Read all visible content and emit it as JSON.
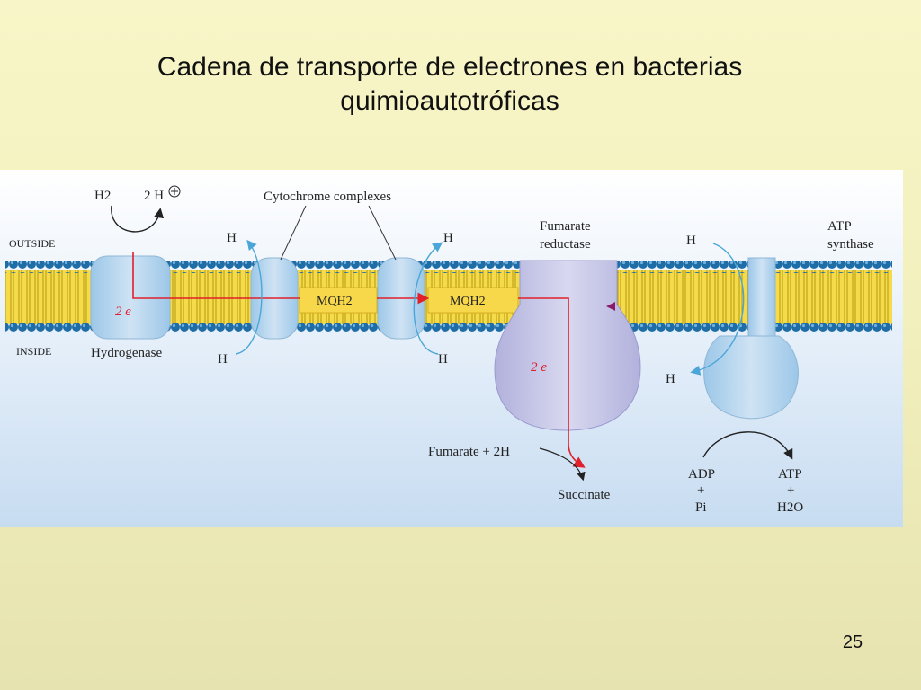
{
  "slide": {
    "title_line1": "Cadena de transporte de electrones en bacterias",
    "title_line2": "quimioautotróficas",
    "page_number": "25"
  },
  "diagram": {
    "sides": {
      "outside": "OUTSIDE",
      "inside": "INSIDE"
    },
    "labels": {
      "h2": "H2",
      "two_h_plus": "2 H",
      "cytochrome_complexes": "Cytochrome complexes",
      "fumarate_reductase_1": "Fumarate",
      "fumarate_reductase_2": "reductase",
      "atp_synthase_1": "ATP",
      "atp_synthase_2": "synthase",
      "hydrogenase": "Hydrogenase",
      "mqh2_a": "MQH2",
      "mqh2_b": "MQH2",
      "two_e_1": "2 e",
      "two_e_2": "2 e",
      "h_plus": "H",
      "fumarate_eq": "Fumarate + 2H",
      "succinate": "Succinate",
      "adp": "ADP",
      "plus": "+",
      "pi": "Pi",
      "atp": "ATP",
      "h2o": "H2O"
    },
    "colors": {
      "membrane_yellow": "#f3d23a",
      "head_blue": "#1e6fa8",
      "protein_blue": "#b9d8ef",
      "reductase_purple": "#c4c4e6",
      "electron_red": "#e0202a",
      "proton_arrow": "#4aa6d8"
    }
  }
}
